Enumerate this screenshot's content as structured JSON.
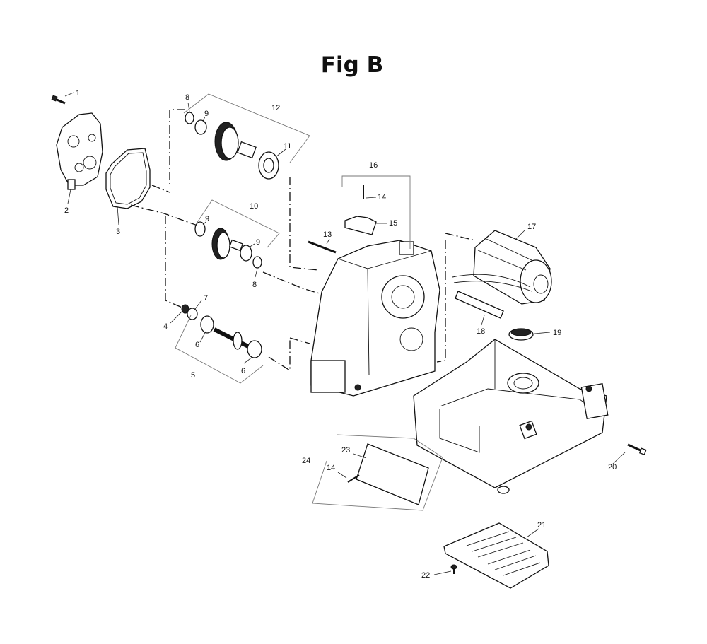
{
  "title": "Fig B",
  "labels": {
    "p1": "1",
    "p2": "2",
    "p3": "3",
    "p4": "4",
    "p5": "5",
    "p6a": "6",
    "p6b": "6",
    "p7": "7",
    "p8a": "8",
    "p8b": "8",
    "p9a": "9",
    "p9b": "9",
    "p9c": "9",
    "p10": "10",
    "p11": "11",
    "p12": "12",
    "p13": "13",
    "p14a": "14",
    "p14b": "14",
    "p15": "15",
    "p16": "16",
    "p17": "17",
    "p18": "18",
    "p19": "19",
    "p20": "20",
    "p21": "21",
    "p22": "22",
    "p23": "23",
    "p24": "24"
  }
}
